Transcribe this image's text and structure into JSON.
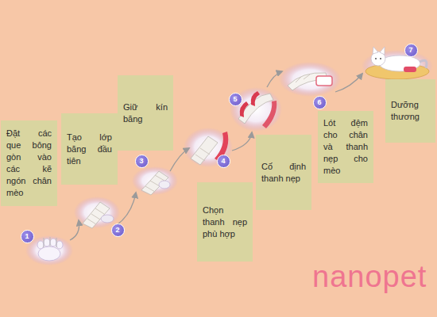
{
  "diagram": {
    "nodes": [
      {
        "text": [
          "Đặt các que bông gòn vào các kẽ ngón chân mèo"
        ]
      },
      {
        "text": [
          "Tạo lớp băng đầu tiên"
        ]
      },
      {
        "text": [
          "Giữ kín băng"
        ]
      },
      {
        "text": [
          "Chọn thanh nẹp phù hợp"
        ]
      },
      {
        "text": [
          "Cố định thanh nẹp"
        ]
      },
      {
        "text": [
          "Lót đệm cho chân và thanh nẹp cho mèo"
        ]
      },
      {
        "text": [
          "Dưỡng thương"
        ]
      }
    ],
    "labels": [
      "1",
      "2",
      "3",
      "4",
      "5",
      "6",
      "7",
      "nanopet"
    ]
  }
}
